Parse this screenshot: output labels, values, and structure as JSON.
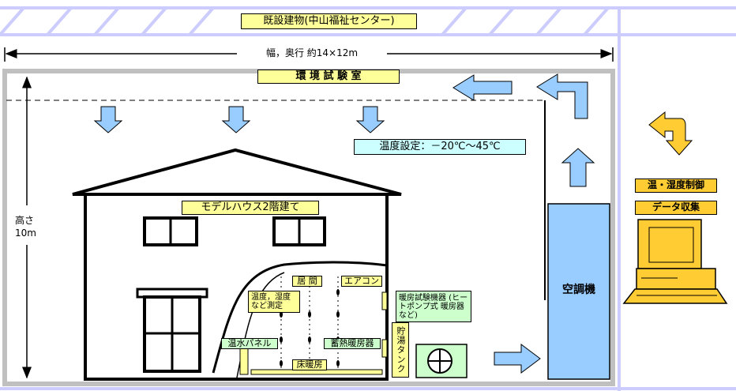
{
  "labels": {
    "existing_building": "既設建物(中山福祉センター)",
    "dimension": "幅，奥行 約14×12m",
    "chamber": "環 境 試 験 室",
    "temp_setting": "温度設定：－20℃～45℃",
    "height": "高さ 10m",
    "model_house": "モデルハウス2階建て",
    "living": "居 間",
    "aircon": "エアコン",
    "measure": "温度，湿度 など測定",
    "heating_equipment": "暖房試験機器 (ヒートポンプ式 暖房器など)",
    "hot_water_panel": "温水パネル",
    "storage_heater": "蓄熱暖房器",
    "floor_heating": "床暖房",
    "tank": "貯湯タンク",
    "air_handler": "空調機",
    "control": "温・湿度制御",
    "data_collection": "データ収集"
  },
  "colors": {
    "arrow_fill": "#99ccff",
    "orange": "#ffcc33",
    "air_handler": "#99ccff",
    "truss": "#ccccff",
    "room_wall": "#c0c0c0"
  }
}
